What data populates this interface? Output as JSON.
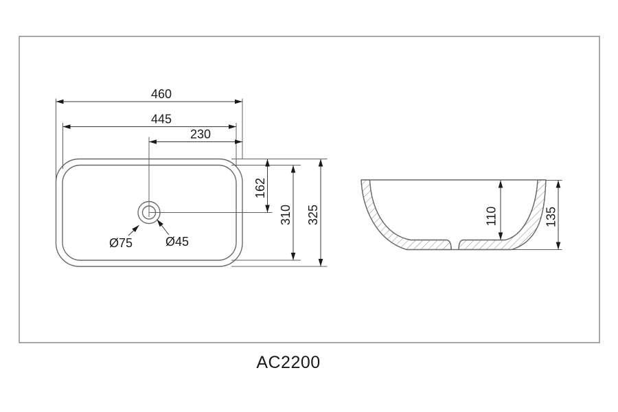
{
  "model_label": "AC2200",
  "top_view": {
    "dims": {
      "overall_width": "460",
      "rim_width": "445",
      "drain_offset": "230",
      "drain_from_back": "162",
      "rim_depth": "310",
      "overall_depth": "325",
      "drain_outer_dia": "Ø75",
      "drain_hole_dia": "Ø45"
    }
  },
  "side_view": {
    "dims": {
      "bowl_depth": "110",
      "overall_height": "135"
    }
  },
  "colors": {
    "background": "#ffffff",
    "frame_border": "#8c8c8c",
    "object_line": "#6a6a6a",
    "dimension_line": "#3a3a3a",
    "text": "#1a1a1a"
  }
}
